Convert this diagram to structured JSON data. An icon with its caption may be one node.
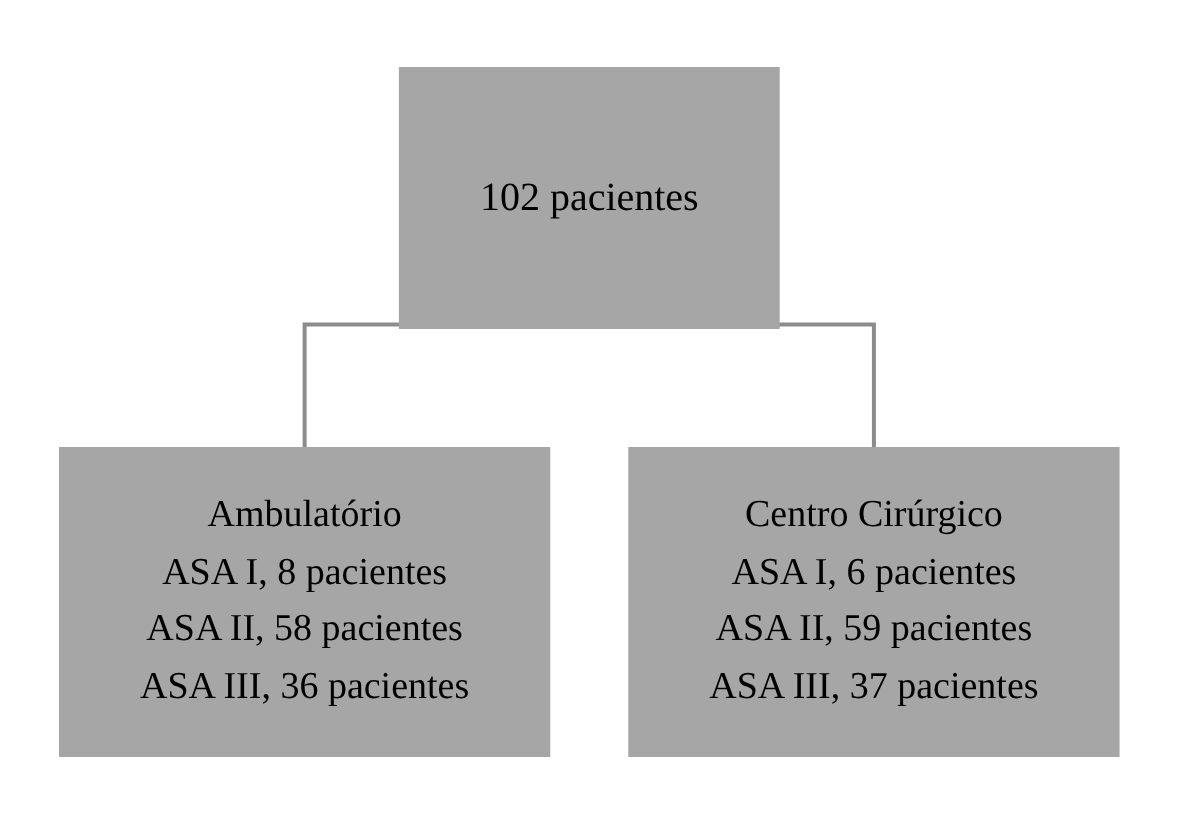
{
  "diagram": {
    "nodes": [
      {
        "text": [
          "102 pacientes"
        ]
      },
      {
        "text": [
          "Ambulatório",
          "ASA I, 8 pacientes",
          "ASA II, 58 pacientes",
          "ASA III, 36 pacientes"
        ]
      },
      {
        "text": [
          "Centro Cirúrgico",
          "ASA I, 6 pacientes",
          "ASA II, 59 pacientes",
          "ASA III, 37 pacientes"
        ]
      }
    ],
    "edges": [
      {
        "from": 0,
        "to": 1,
        "arrow": "none"
      },
      {
        "from": 0,
        "to": 2,
        "arrow": "none"
      }
    ]
  }
}
